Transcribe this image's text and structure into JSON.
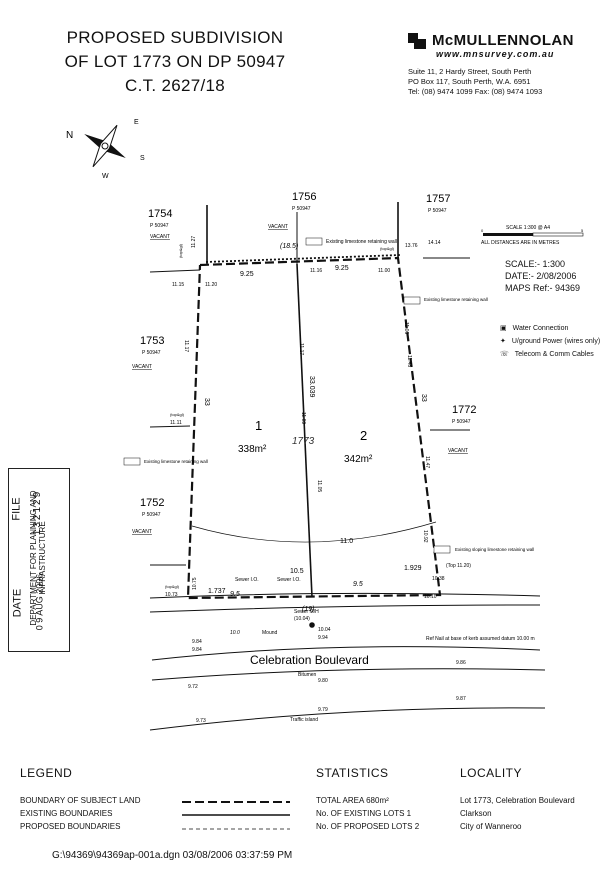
{
  "title": {
    "line1": "PROPOSED SUBDIVISION",
    "line2": "OF LOT 1773 ON DP 50947",
    "line3": "C.T. 2627/18"
  },
  "firm": {
    "name": "McMULLENNOLAN",
    "url": "www.mnsurvey.com.au",
    "address1": "Suite 11, 2 Hardy Street, South Perth",
    "address2": "PO Box 117, South Perth, W.A. 6951",
    "phone": "Tel: (08) 9474 1099 Fax: (08) 9474 1093"
  },
  "scale_bar": {
    "label": "SCALE 1:300 @ A4",
    "note": "ALL DISTANCES ARE IN METRES",
    "tick_start": "0",
    "tick_end": "5"
  },
  "plan_info": {
    "scale": "SCALE:- 1:300",
    "date": "DATE:- 2/08/2006",
    "maps_ref": "MAPS Ref:- 94369"
  },
  "service_legend": [
    {
      "icon": "water-connection-icon",
      "label": "Water Connection"
    },
    {
      "icon": "underground-power-icon",
      "label": "U/ground Power (wires only)"
    },
    {
      "icon": "telecom-icon",
      "label": "Telecom & Comm Cables"
    }
  ],
  "neighbours": [
    {
      "lot": "1754",
      "plan": "P 50947",
      "status": "VACANT"
    },
    {
      "lot": "1756",
      "plan": "P 50947",
      "status": "VACANT"
    },
    {
      "lot": "1757",
      "plan": "P 50947"
    },
    {
      "lot": "1753",
      "plan": "P 50947",
      "status": "VACANT"
    },
    {
      "lot": "1772",
      "plan": "P 50947",
      "status": "VACANT"
    },
    {
      "lot": "1752",
      "plan": "P 50947",
      "status": "VACANT"
    }
  ],
  "lots": [
    {
      "number": "1",
      "area": "338m²"
    },
    {
      "number": "2",
      "area": "342m²"
    }
  ],
  "subject_lot": "1773",
  "dimensions": {
    "top_left": "9.25",
    "top_right": "9.25",
    "top_total": "(18.5)",
    "bottom_left": "9.5",
    "bottom_right": "9.5",
    "bottom_total": "(19)",
    "left_side": "33",
    "right_side": "33",
    "middle": "33.039",
    "bottom_left_small": "1.737",
    "bottom_right_small": "1.929",
    "bottom_mid": "10.5",
    "contour_11": "11.0"
  },
  "levels": [
    "11.27",
    "11.15",
    "11.20",
    "11.16",
    "11.17",
    "11.00",
    "11.06",
    "13.76",
    "14.14",
    "11.17",
    "11.11",
    "10.73",
    "10.75",
    "10.38",
    "10.10",
    "11.09",
    "11.05",
    "11.48",
    "11.47",
    "10.92"
  ],
  "annotations": {
    "wall_top": "Existing limestone retaining wall",
    "wall_right": "Existing limestone retaining wall",
    "wall_left": "Existing limestone retaining wall",
    "wall_sloping": "Existing sloping limestone retaining wall",
    "wall_sloping_top": "(Top 11.20)",
    "sewer_left": "Sewer I.O.",
    "sewer_right": "Sewer I.O.",
    "sewer_mh": "Sewer M/H",
    "sewer_mh_level": "(10.04)",
    "ref_nail": "Ref Nail at base of kerb assumed datum 10.00 m",
    "road": "Celebration Boulevard",
    "bitumen": "Bitumen",
    "traffic_island": "Traffic island",
    "mound": "Mound",
    "top_ag": "(top&gl)"
  },
  "road_levels": [
    "9.84",
    "9.84",
    "10.04",
    "9.94",
    "9.86",
    "9.72",
    "9.80",
    "9.87",
    "9.73",
    "9.79",
    "10.0"
  ],
  "stamp": {
    "dept": "DEPARTMENT FOR PLANNING AND INFRASTRUCTURE",
    "file_label": "FILE",
    "file_no": "132129",
    "date_label": "DATE",
    "date": "0 9 AUG 2006"
  },
  "legend": {
    "heading": "LEGEND",
    "items": [
      "BOUNDARY OF SUBJECT LAND",
      "EXISTING BOUNDARIES",
      "PROPOSED BOUNDARIES"
    ]
  },
  "statistics": {
    "heading": "STATISTICS",
    "items": [
      "TOTAL AREA  680m²",
      "No. OF EXISTING LOTS 1",
      "No. OF PROPOSED LOTS 2"
    ]
  },
  "locality": {
    "heading": "LOCALITY",
    "items": [
      "Lot 1773, Celebration Boulevard",
      "Clarkson",
      "City of Wanneroo"
    ]
  },
  "footer": "G:\\94369\\94369ap-001a.dgn  03/08/2006 03:37:59 PM",
  "north_arrow": {
    "n": "N",
    "e": "E",
    "s": "S",
    "w": "W"
  }
}
